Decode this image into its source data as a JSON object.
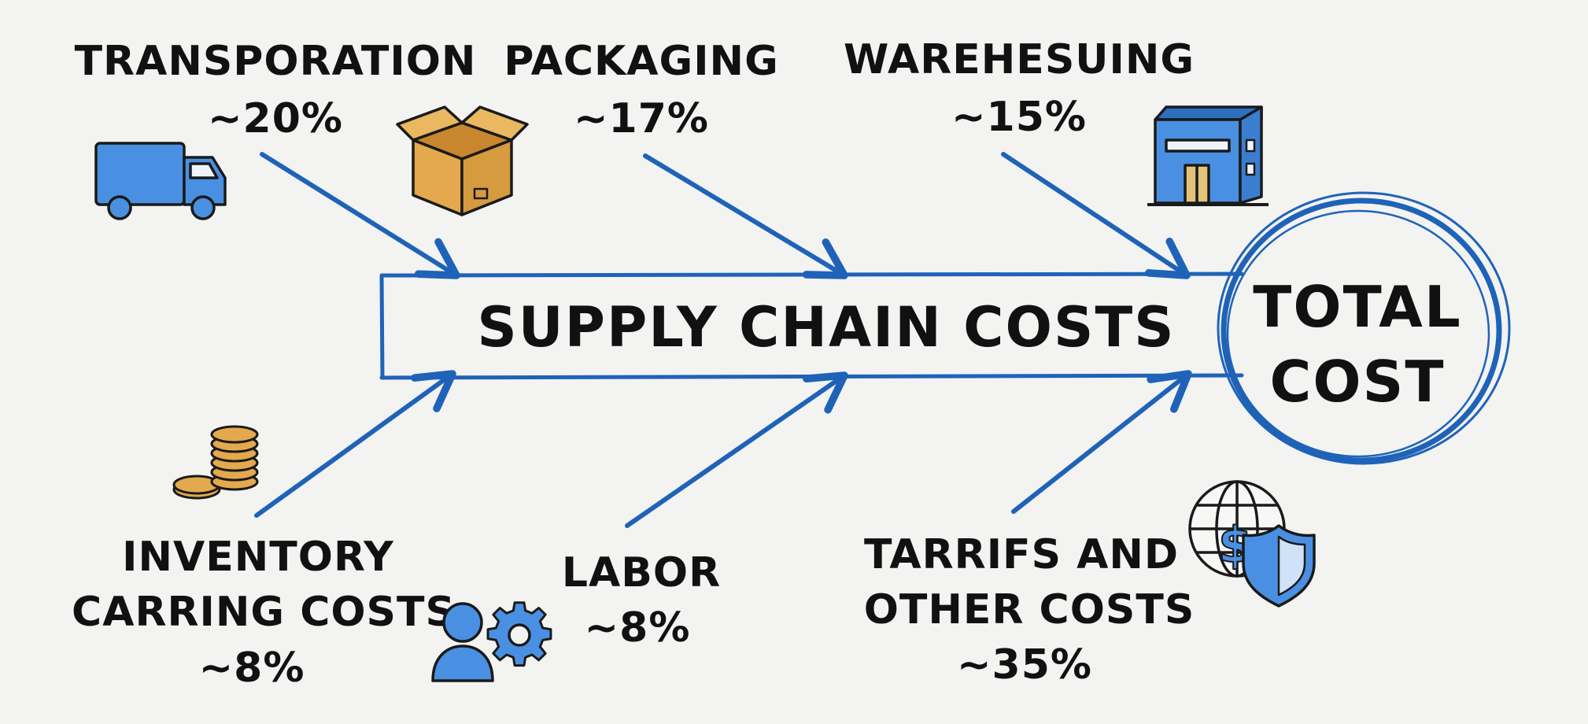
{
  "diagram": {
    "spine_label": "SUPPLY CHAIN COSTS",
    "result": {
      "line1": "TOTAL",
      "line2": "COST"
    },
    "colors": {
      "line": "#1f63b8",
      "icon_blue": "#4a90e2",
      "icon_gold": "#e3a94c",
      "text": "#111111",
      "background": "#f3f3f2"
    },
    "factors": [
      {
        "lines": [
          "TRANSPORATION",
          "~20%"
        ],
        "icon": "truck-icon"
      },
      {
        "lines": [
          "PACKAGING",
          "~17%"
        ],
        "icon": "box-icon"
      },
      {
        "lines": [
          "WAREHESUING",
          "~15%"
        ],
        "icon": "warehouse-icon"
      },
      {
        "lines": [
          "INVENTORY",
          "CARRING COSTS",
          "~8%"
        ],
        "icon": "coins-icon"
      },
      {
        "lines": [
          "LABOR",
          "~8%"
        ],
        "icon": "worker-gear-icon"
      },
      {
        "lines": [
          "TARRIFS AND",
          "OTHER COSTS",
          "~35%"
        ],
        "icon": "globe-shield-icon"
      }
    ]
  }
}
